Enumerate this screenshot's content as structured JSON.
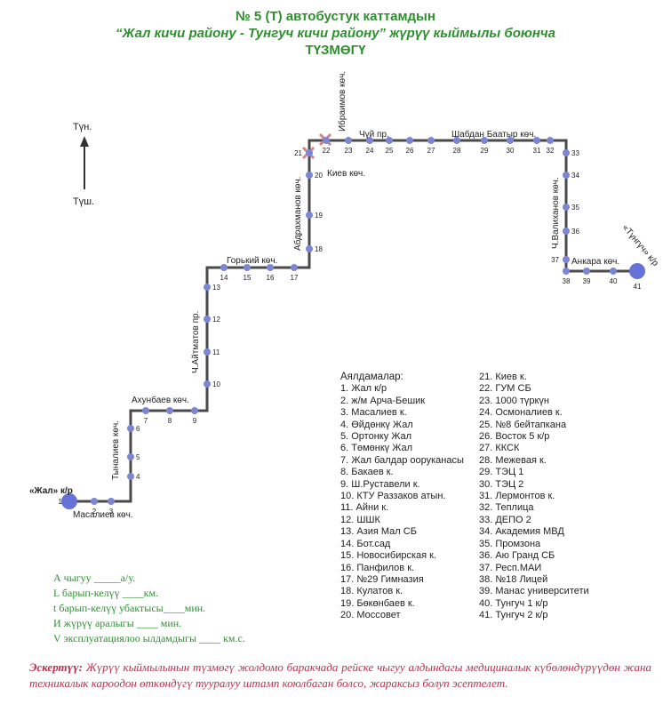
{
  "title": {
    "line1": "№ 5 (Т) автобустук каттамдын",
    "line2": "“Жал кичи району  - Тунгуч кичи району” жүрүү кыймылы боюнча",
    "line3": "ТҮЗМӨГҮ"
  },
  "compass": {
    "north": "Түн.",
    "south": "Түш."
  },
  "streets": {
    "ibraimov": "Ибраимов көч.",
    "chuy": "Чүй пр.",
    "shabdan": "Шабдан Баатыр көч.",
    "kiev": "Киев көч.",
    "abdrakhmanov": "Абдрахманов көч.",
    "valikhanov": "Ч.Валиханов көч.",
    "ankara": "Анкара көч.",
    "tunguch_end": "«Түнгүч» к/р",
    "gorky": "Горький көч.",
    "aitmatov": "Ч.Айтматов пр.",
    "akhunbaev": "Ахунбаев көч.",
    "tynaliev": "Тыналиев көч.",
    "masaliev": "Масалиев көч.",
    "zhal_end": "«Жал» к/р"
  },
  "stop_numbers": [
    "1",
    "2",
    "3",
    "4",
    "5",
    "6",
    "7",
    "8",
    "9",
    "10",
    "11",
    "12",
    "13",
    "14",
    "15",
    "16",
    "17",
    "18",
    "19",
    "20",
    "21",
    "22",
    "23",
    "24",
    "25",
    "26",
    "27",
    "28",
    "29",
    "30",
    "31",
    "32",
    "33",
    "34",
    "35",
    "36",
    "37",
    "38",
    "39",
    "40",
    "41"
  ],
  "stops": {
    "heading": "Аялдамалар:",
    "col1": [
      "1. Жал к/р",
      "2. ж/м Арча-Бешик",
      "3. Масалиев к.",
      "4. Өйдөнкү Жал",
      "5. Ортонку Жал",
      "6. Төмөнкү Жал",
      "7. Жал балдар ооруканасы",
      "8. Бакаев к.",
      "9. Ш.Руставели к.",
      "10. КТУ Раззаков атын.",
      "11. Айни к.",
      "12. ШШК",
      "13. Азия Мал СБ",
      "14. Бот.сад",
      "15. Новосибирская к.",
      "16. Панфилов к.",
      "17. №29 Гимназия",
      "18. Кулатов к.",
      "19. Бөкөнбаев к.",
      "20. Моссовет"
    ],
    "col2": [
      "21. Киев к.",
      "22. ГУМ СБ",
      "23. 1000 түркүн",
      "24. Осмоналиев к.",
      "25. №8 бейтапкана",
      "26. Восток 5 к/р",
      "27. ККСК",
      "28. Межевая к.",
      "29. ТЭЦ 1",
      "30. ТЭЦ 2",
      "31. Лермонтов к.",
      "32. Теплица",
      "33. ДЕПО 2",
      "34. Академия МВД",
      "35. Промзона",
      "36. Аю Гранд СБ",
      "37. Респ.МАИ",
      "38. №18 Лицей",
      "39. Манас университети",
      "40. Тунгуч 1 к/р",
      "41. Тунгуч 2 к/р"
    ]
  },
  "params": [
    "А чыгуу  _____а/у.",
    "L барып-келүү  ____км.",
    "t барып-келүү убактысы____мин.",
    "И жүрүү аралыгы  ____   мин.",
    "V эксплуатациялоо ылдамдыгы  ____ км.с."
  ],
  "note": {
    "label": "Эскертүү:",
    "text": " Жүрүү кыймылынын түзмөгү жолдомо баракчада рейске чыгуу алдындагы медициналык күбөлөндүрүүдөн жана техникалык кароодон өткөндүгү тууралуу штамп коюлбаган болсо, жараксыз болуп эсептелет."
  },
  "colors": {
    "title": "#2f8f2f",
    "route": "#4a4a4a",
    "stop": "#7b86d6",
    "terminal": "#6672d8",
    "closure": "#d98080",
    "note": "#b8324b"
  },
  "icons": [
    "north-arrow-icon",
    "closure-cross-icon"
  ]
}
